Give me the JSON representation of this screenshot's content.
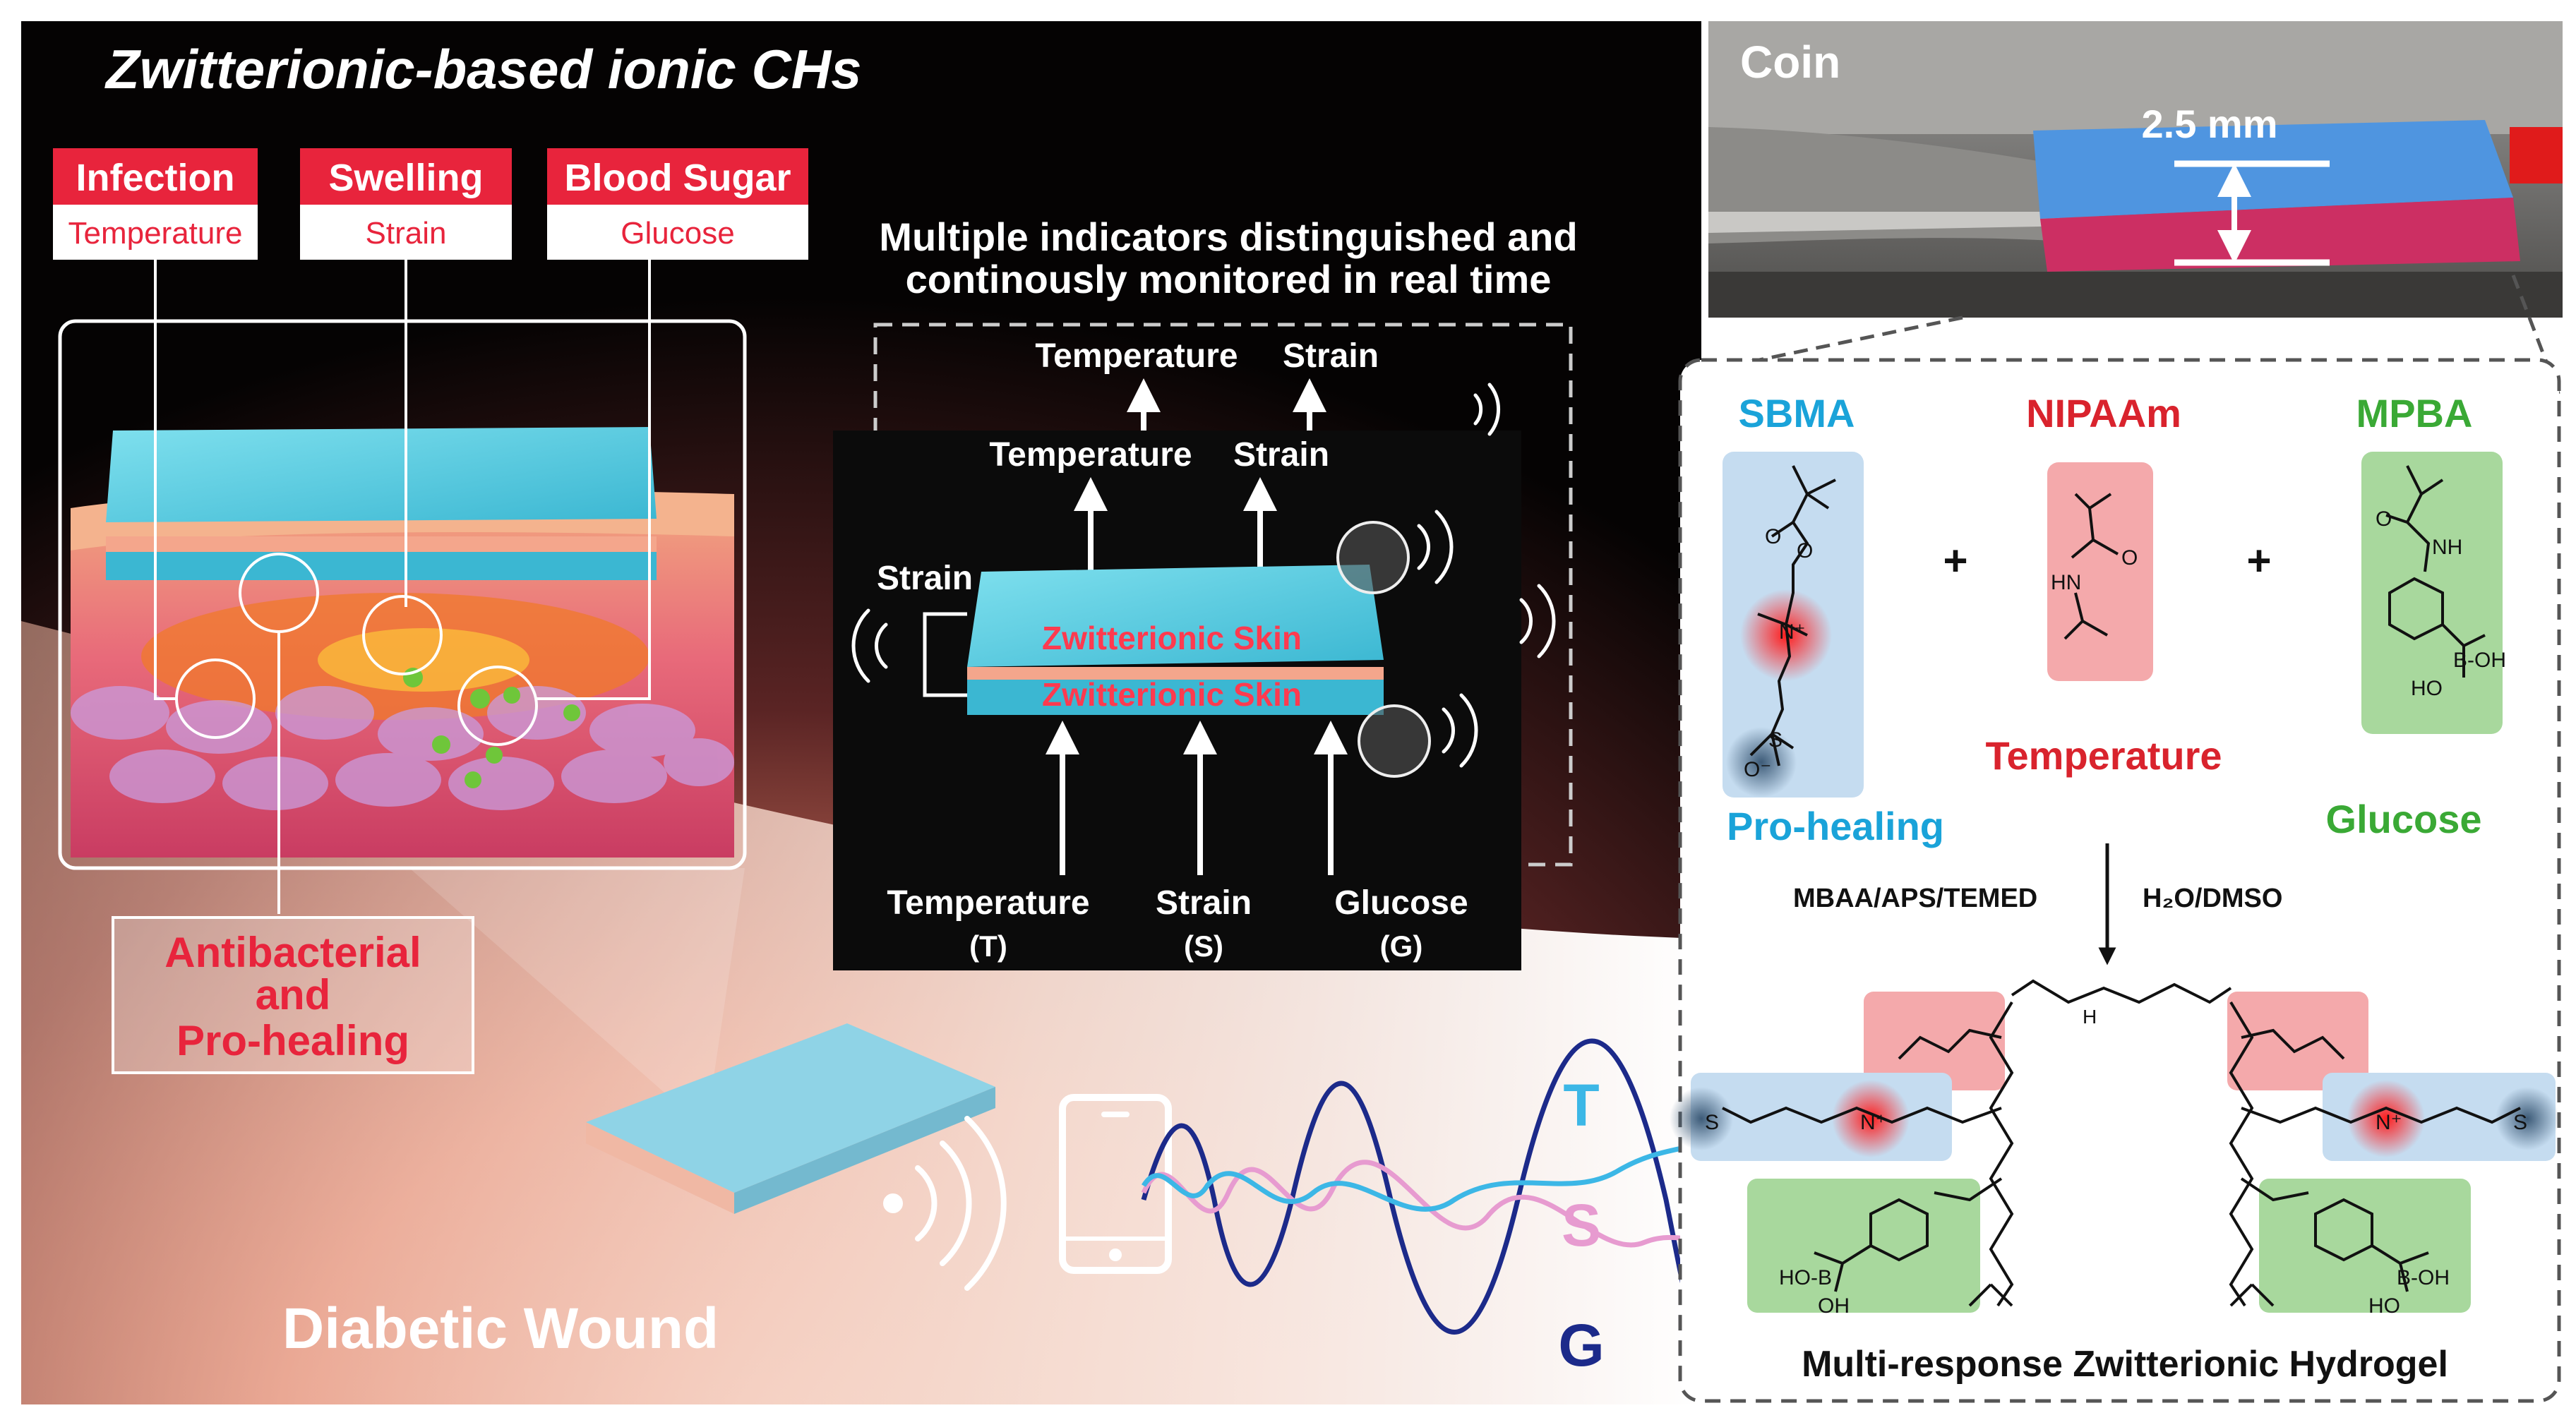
{
  "left": {
    "title": "Zwitterionic-based ionic CHs",
    "indicators": [
      {
        "top": "Infection",
        "bottom": "Temperature"
      },
      {
        "top": "Swelling",
        "bottom": "Strain"
      },
      {
        "top": "Blood Sugar",
        "bottom": "Glucose"
      }
    ],
    "antibacterial": [
      "Antibacterial",
      "and",
      "Pro-healing"
    ],
    "wound_label": "Diabetic Wound",
    "signal_letters": [
      "T",
      "S",
      "G"
    ]
  },
  "center": {
    "caption": [
      "Multiple indicators distinguished and",
      "continously monitored in real time"
    ],
    "back_labels": [
      "Temperature",
      "Strain"
    ],
    "front_labels": [
      "Temperature",
      "Strain"
    ],
    "strain_label": "Strain",
    "skin_labels": [
      "Zwitterionic Skin",
      "Zwitterionic Skin"
    ],
    "inputs": [
      {
        "name": "Temperature",
        "abbr": "(T)"
      },
      {
        "name": "Strain",
        "abbr": "(S)"
      },
      {
        "name": "Glucose",
        "abbr": "(G)"
      }
    ]
  },
  "right": {
    "coin_label": "Coin",
    "thickness": "2.5 mm",
    "monomers": [
      {
        "name": "SBMA",
        "role": "Pro-healing",
        "color": "#1aa3d9"
      },
      {
        "name": "NIPAAm",
        "role": "Temperature",
        "color": "#d9232d"
      },
      {
        "name": "MPBA",
        "role": "Glucose",
        "color": "#3aa935"
      }
    ],
    "plus": "+",
    "conditions_left": "MBAA/APS/TEMED",
    "conditions_right": "H₂O/DMSO",
    "product_label": "Multi-response Zwitterionic Hydrogel",
    "atoms": {
      "O": "O",
      "N": "N",
      "NH": "NH",
      "HN": "HN",
      "B_OH": "B-OH",
      "HO": "HO",
      "HO_B": "HO-B",
      "OH": "OH",
      "S": "S",
      "Nplus": "N⁺",
      "Ominus": "O⁻",
      "H": "H"
    }
  },
  "colors": {
    "indicator_red": "#e8243c",
    "skin_cyan": "#4fc6dc",
    "skin_pink": "#f2a08a",
    "sbma_blue": "#1aa3d9",
    "nipaam_red": "#d9232d",
    "mpba_green": "#3aa935",
    "signal_t": "#3cb7e6",
    "signal_s": "#e79bd0",
    "signal_g": "#1c2a8a"
  }
}
